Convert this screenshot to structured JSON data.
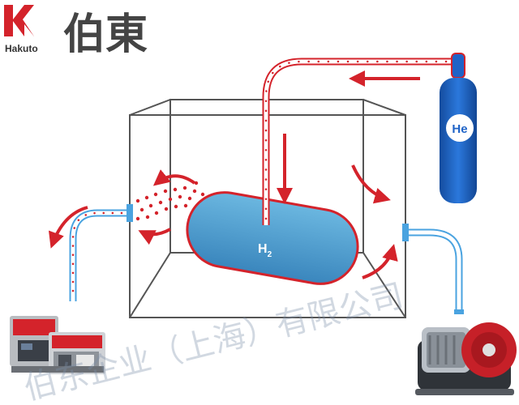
{
  "brand": {
    "name_cn": "伯東",
    "name_en": "Hakuto",
    "logo_color": "#d4232b"
  },
  "diagram": {
    "cylinder_label": "He",
    "tank_label_main": "H",
    "tank_label_sub": "2"
  },
  "watermark": {
    "text": "伯东企业（上海）有限公司"
  },
  "colors": {
    "helium_line": "#d4232b",
    "vacuum_line": "#4aa3e0",
    "cylinder": "#1f63c7",
    "tank": "#4a9fd0",
    "chamber": "#555555"
  },
  "icons": {
    "left_device": "leak-detector-icon",
    "right_device": "vacuum-pump-icon",
    "cylinder": "helium-cylinder-icon"
  }
}
